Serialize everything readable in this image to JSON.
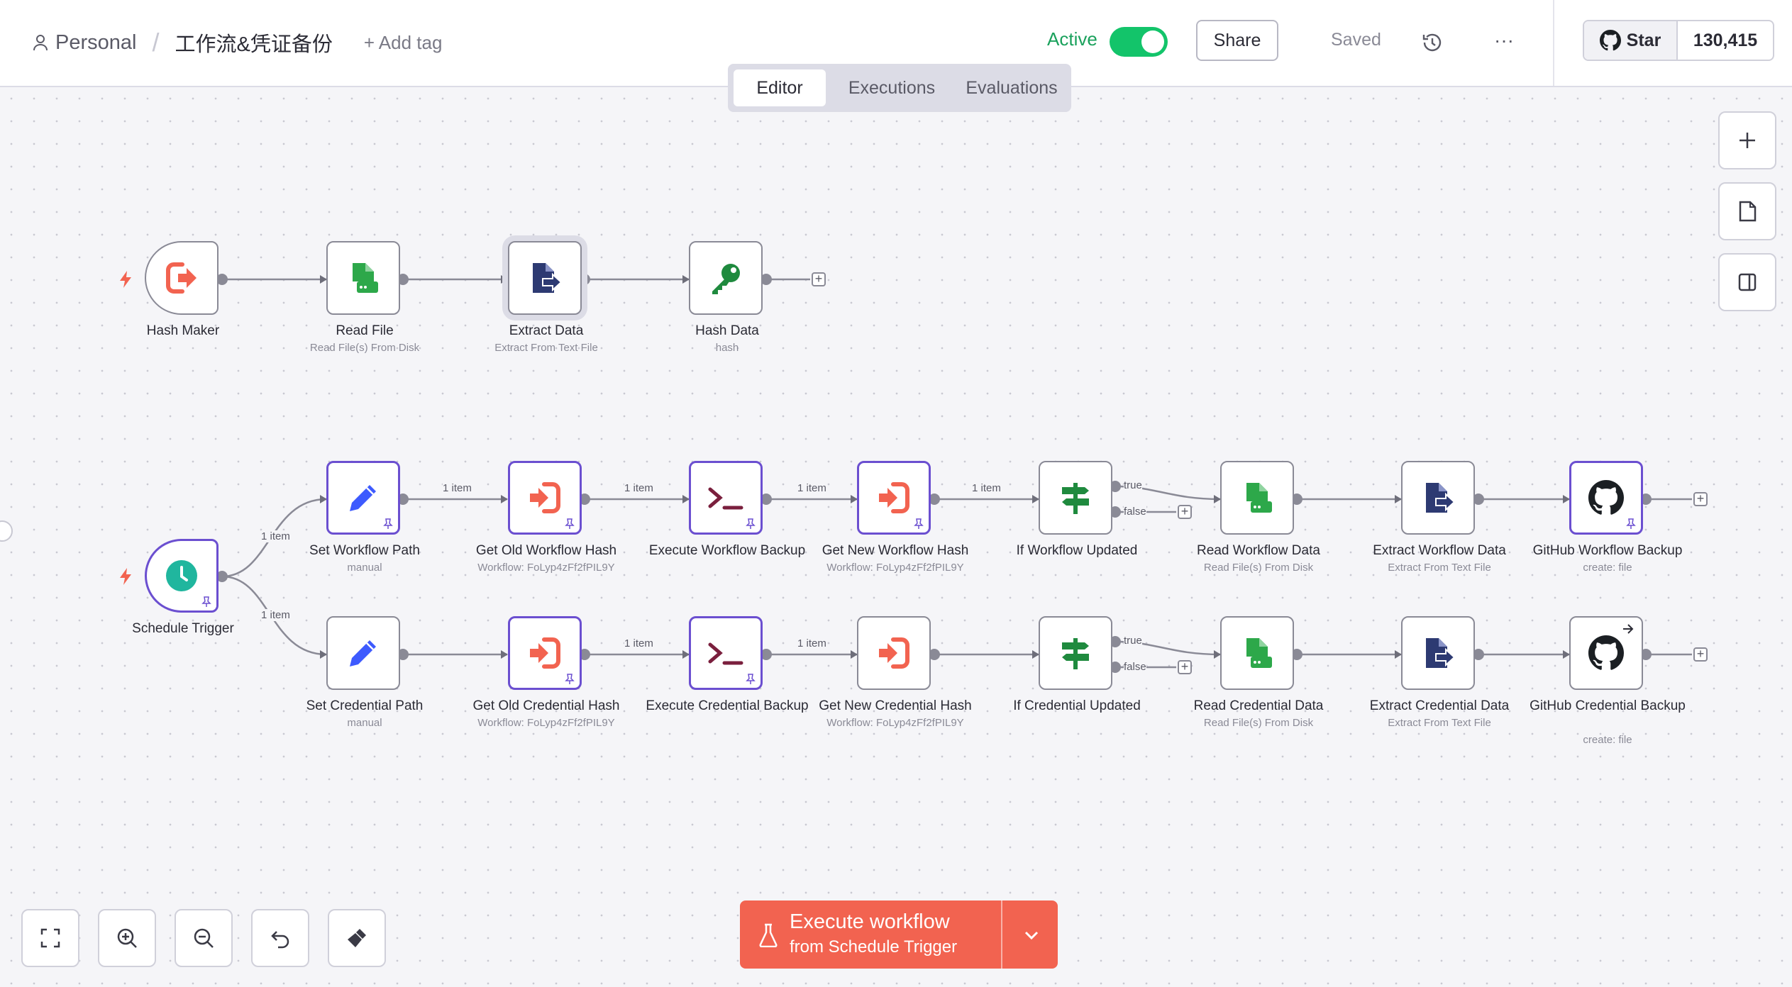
{
  "header": {
    "breadcrumb_project": "Personal",
    "workflow_name": "工作流&凭证备份",
    "add_tag": "+ Add tag",
    "active_label": "Active",
    "active": true,
    "share": "Share",
    "saved": "Saved",
    "more": "···",
    "star_label": "Star",
    "star_count": "130,415"
  },
  "tabs": [
    {
      "label": "Editor",
      "selected": true
    },
    {
      "label": "Executions",
      "selected": false
    },
    {
      "label": "Evaluations",
      "selected": false
    }
  ],
  "nodes": {
    "hash_maker": {
      "label": "Hash Maker",
      "sub": ""
    },
    "read_file": {
      "label": "Read File",
      "sub": "Read File(s) From Disk"
    },
    "extract_data": {
      "label": "Extract Data",
      "sub": "Extract From Text File"
    },
    "hash_data": {
      "label": "Hash Data",
      "sub": "hash"
    },
    "schedule_trigger": {
      "label": "Schedule Trigger",
      "sub": ""
    },
    "set_workflow_path": {
      "label": "Set Workflow Path",
      "sub": "manual"
    },
    "get_old_workflow_hash": {
      "label": "Get Old Workflow Hash",
      "sub": "Workflow: FoLyp4zFf2fPIL9Y"
    },
    "execute_workflow_backup": {
      "label": "Execute Workflow Backup",
      "sub": ""
    },
    "get_new_workflow_hash": {
      "label": "Get New Workflow Hash",
      "sub": "Workflow: FoLyp4zFf2fPIL9Y"
    },
    "if_workflow_updated": {
      "label": "If Workflow Updated",
      "sub": ""
    },
    "read_workflow_data": {
      "label": "Read Workflow Data",
      "sub": "Read File(s) From Disk"
    },
    "extract_workflow_data": {
      "label": "Extract Workflow Data",
      "sub": "Extract From Text File"
    },
    "github_workflow_backup": {
      "label": "GitHub Workflow Backup",
      "sub": "create: file"
    },
    "set_credential_path": {
      "label": "Set Credential Path",
      "sub": "manual"
    },
    "get_old_credential_hash": {
      "label": "Get Old Credential Hash",
      "sub": "Workflow: FoLyp4zFf2fPIL9Y"
    },
    "execute_credential_backup": {
      "label": "Execute Credential Backup",
      "sub": ""
    },
    "get_new_credential_hash": {
      "label": "Get New Credential Hash",
      "sub": "Workflow: FoLyp4zFf2fPIL9Y"
    },
    "if_credential_updated": {
      "label": "If Credential Updated",
      "sub": ""
    },
    "read_credential_data": {
      "label": "Read Credential Data",
      "sub": "Read File(s) From Disk"
    },
    "extract_credential_data": {
      "label": "Extract Credential Data",
      "sub": "Extract From Text File"
    },
    "github_credential_backup": {
      "label": "GitHub Credential Backup",
      "sub": "create: file"
    }
  },
  "edge_labels": {
    "item": "1 item",
    "true": "true",
    "false": "false"
  },
  "execute": {
    "main": "Execute workflow",
    "sub": "from Schedule Trigger"
  },
  "colors": {
    "accent": "#f26350",
    "active_green": "#13c46a",
    "pinned": "#6b4fd0"
  },
  "icons": {
    "canvas_right": [
      "plus-icon",
      "sticky-note-icon",
      "panel-icon"
    ],
    "canvas_bottom": [
      "fit-view-icon",
      "zoom-in-icon",
      "zoom-out-icon",
      "undo-icon",
      "clear-icon"
    ]
  }
}
